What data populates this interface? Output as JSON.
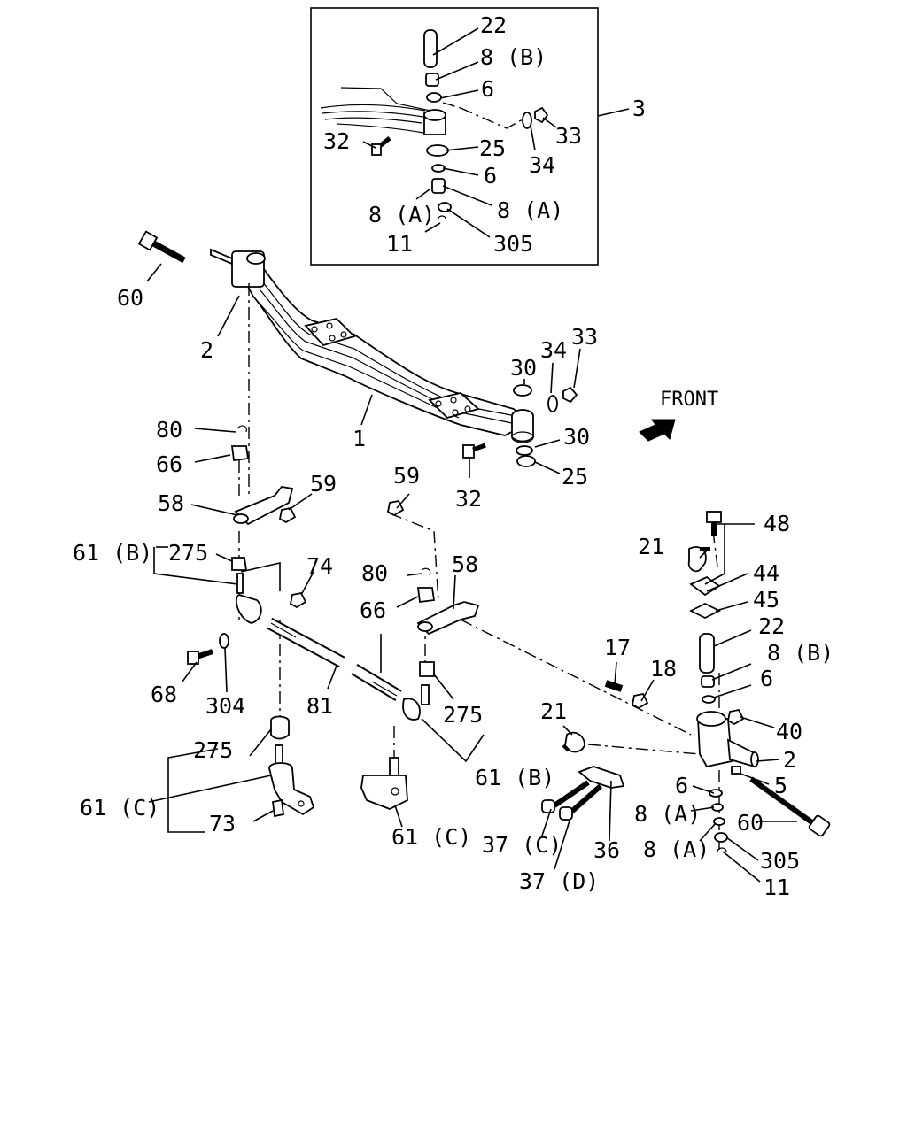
{
  "diagram": {
    "direction_label": "FRONT",
    "direction_icon": "arrow-icon",
    "inset_callout": "3",
    "labels": [
      {
        "id": "i22",
        "text": "22"
      },
      {
        "id": "i8b",
        "text": "8 (B)"
      },
      {
        "id": "i6a",
        "text": "6"
      },
      {
        "id": "i3",
        "text": "3"
      },
      {
        "id": "i33",
        "text": "33"
      },
      {
        "id": "i32",
        "text": "32"
      },
      {
        "id": "i25",
        "text": "25"
      },
      {
        "id": "i34",
        "text": "34"
      },
      {
        "id": "i6b",
        "text": "6"
      },
      {
        "id": "i8a1",
        "text": "8 (A)"
      },
      {
        "id": "i8a2",
        "text": "8 (A)"
      },
      {
        "id": "i11",
        "text": "11"
      },
      {
        "id": "i305",
        "text": "305"
      },
      {
        "id": "l60a",
        "text": "60"
      },
      {
        "id": "l2a",
        "text": "2"
      },
      {
        "id": "l1",
        "text": "1"
      },
      {
        "id": "l30a",
        "text": "30"
      },
      {
        "id": "l34",
        "text": "34"
      },
      {
        "id": "l33",
        "text": "33"
      },
      {
        "id": "l30b",
        "text": "30"
      },
      {
        "id": "l25",
        "text": "25"
      },
      {
        "id": "l32",
        "text": "32"
      },
      {
        "id": "l80a",
        "text": "80"
      },
      {
        "id": "l66a",
        "text": "66"
      },
      {
        "id": "l58a",
        "text": "58"
      },
      {
        "id": "l59a",
        "text": "59"
      },
      {
        "id": "l61ba",
        "text": "61 (B)"
      },
      {
        "id": "l275a",
        "text": "275"
      },
      {
        "id": "l74",
        "text": "74"
      },
      {
        "id": "l68",
        "text": "68"
      },
      {
        "id": "l304",
        "text": "304"
      },
      {
        "id": "l81",
        "text": "81"
      },
      {
        "id": "l275c",
        "text": "275"
      },
      {
        "id": "l61ca",
        "text": "61 (C)"
      },
      {
        "id": "l73",
        "text": "73"
      },
      {
        "id": "l59b",
        "text": "59"
      },
      {
        "id": "l80b",
        "text": "80"
      },
      {
        "id": "l58b",
        "text": "58"
      },
      {
        "id": "l66b",
        "text": "66"
      },
      {
        "id": "l275b",
        "text": "275"
      },
      {
        "id": "l61bb",
        "text": "61 (B)"
      },
      {
        "id": "l61cb",
        "text": "61 (C)"
      },
      {
        "id": "l48",
        "text": "48"
      },
      {
        "id": "l21a",
        "text": "21"
      },
      {
        "id": "l44",
        "text": "44"
      },
      {
        "id": "l45",
        "text": "45"
      },
      {
        "id": "l22",
        "text": "22"
      },
      {
        "id": "l8b",
        "text": "8 (B)"
      },
      {
        "id": "l6a",
        "text": "6"
      },
      {
        "id": "l17",
        "text": "17"
      },
      {
        "id": "l18",
        "text": "18"
      },
      {
        "id": "l40",
        "text": "40"
      },
      {
        "id": "l21b",
        "text": "21"
      },
      {
        "id": "l2b",
        "text": "2"
      },
      {
        "id": "l5",
        "text": "5"
      },
      {
        "id": "l6b",
        "text": "6"
      },
      {
        "id": "l8a1",
        "text": "8 (A)"
      },
      {
        "id": "l60b",
        "text": "60"
      },
      {
        "id": "l8a2",
        "text": "8 (A)"
      },
      {
        "id": "l305",
        "text": "305"
      },
      {
        "id": "l11",
        "text": "11"
      },
      {
        "id": "l36",
        "text": "36"
      },
      {
        "id": "l37c",
        "text": "37 (C)"
      },
      {
        "id": "l37d",
        "text": "37 (D)"
      }
    ]
  }
}
